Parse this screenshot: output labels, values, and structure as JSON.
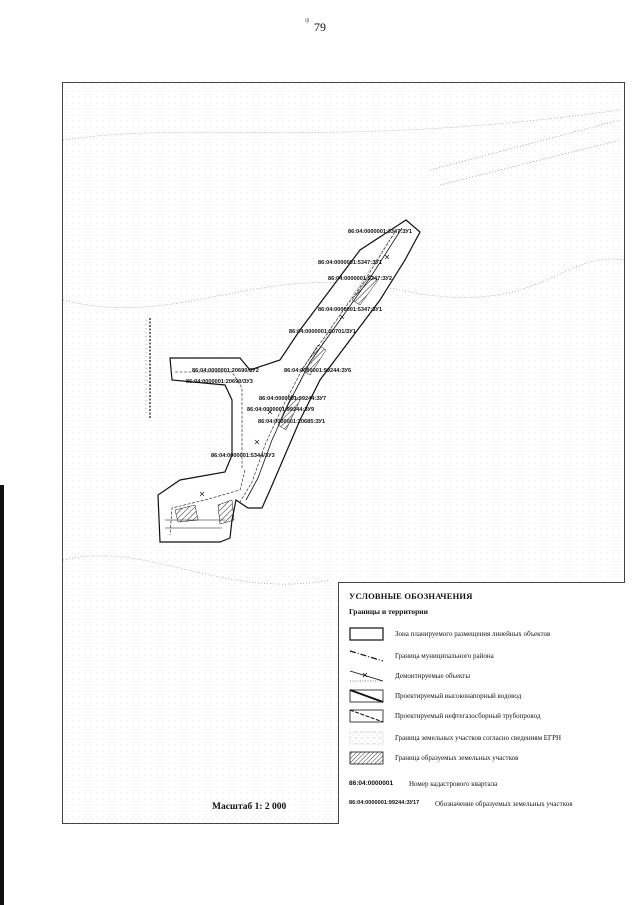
{
  "page_number": "79",
  "top_mark": "ψ",
  "parcel_labels": [
    "86:04:0000001:3347:ЗУ1",
    "86:04:0000001:5347:ЗУ1",
    "86:04:0000001:5347:ЗУ2",
    "86:04:0000001:5347:ЗУ1",
    "86:04:0000001:20701/ЗУ1",
    "86:04:0000001:20690/ЗУ2",
    "86:04:0000001:99244:ЗУ6",
    "86:04:0000001:20690/ЗУ3",
    "86:04:0000001:99244:ЗУ7",
    "86:04:0000001:99244:ЗУ9",
    "86:04:0000001:20685:ЗУ1",
    "86:04:0000001:5344/ЗУ3"
  ],
  "legend": {
    "title": "УСЛОВНЫЕ ОБОЗНАЧЕНИЯ",
    "subtitle": "Границы и территории",
    "items": [
      {
        "icon": "zone-rect-icon",
        "text": "Зона планируемого размещения линейных объектов"
      },
      {
        "icon": "municipal-border-icon",
        "text": "Граница муниципального района"
      },
      {
        "icon": "dismantled-objects-icon",
        "text": "Демонтируемые объекты"
      },
      {
        "icon": "water-pipeline-icon",
        "text": "Проектируемый высоконапорный водовод"
      },
      {
        "icon": "oil-gas-pipeline-icon",
        "text": "Проектируемый нефтегазосборный трубопровод"
      },
      {
        "icon": "egrn-border-icon",
        "text": "Граница земельных участков согласно сведениям ЕГРН"
      },
      {
        "icon": "formed-parcels-icon",
        "text": "Граница образуемых земельных участков"
      }
    ],
    "cadastral_code": "86:04:0000001",
    "cadastral_text": "Номер кадастрового квартала",
    "parcel_code": "86:04:0000001:99244:ЗУ17",
    "parcel_text": "Обозначение образуемых земельных участков"
  },
  "scale": "Масштаб 1: 2 000"
}
